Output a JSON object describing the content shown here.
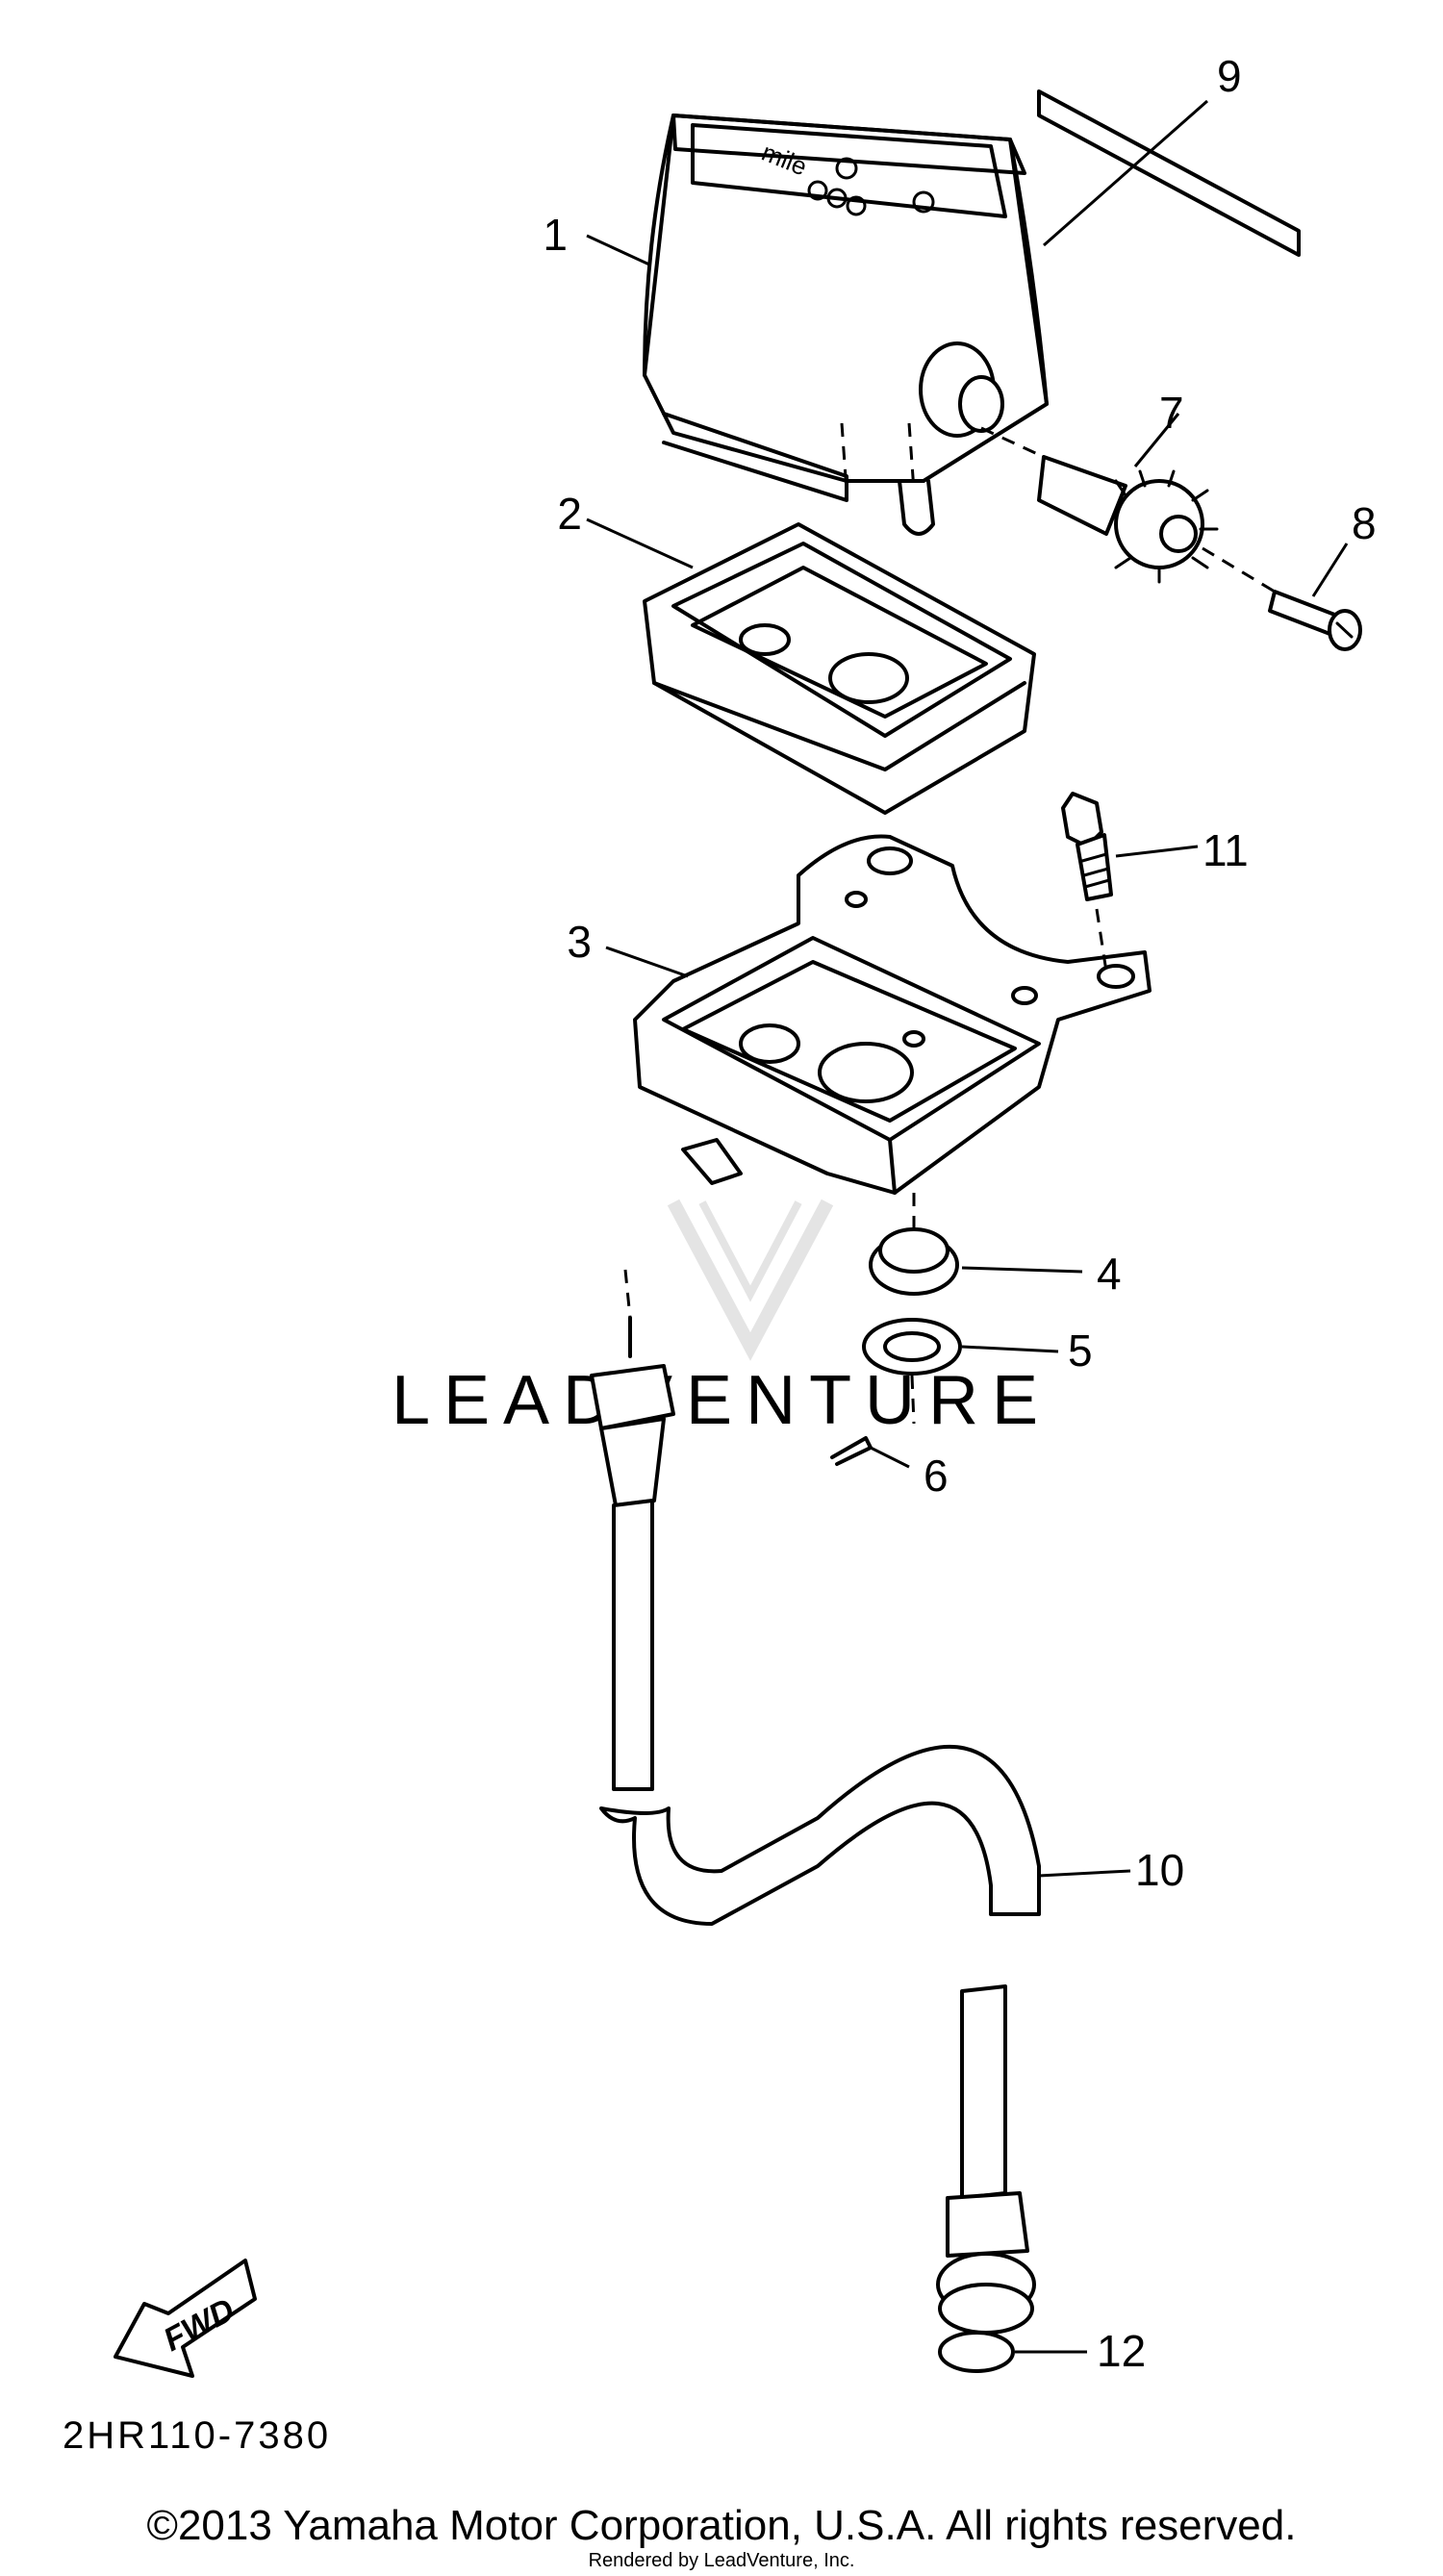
{
  "diagram": {
    "callouts": [
      "1",
      "2",
      "3",
      "4",
      "5",
      "6",
      "7",
      "8",
      "9",
      "10",
      "11",
      "12"
    ],
    "part_code": "2HR110-7380",
    "fwd_label": "FWD",
    "meter_face_text": "mile",
    "watermark": "LEADVENTURE",
    "copyright": "©2013 Yamaha Motor Corporation, U.S.A. All rights reserved.",
    "rendered_by": "Rendered by LeadVenture, Inc."
  }
}
